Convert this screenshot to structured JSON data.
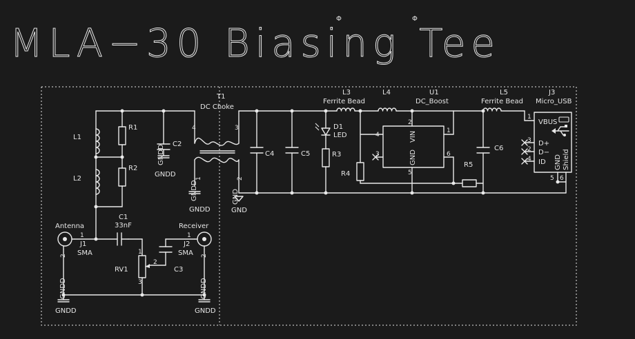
{
  "title": "MLA−30 Biasing Tee",
  "components": {
    "L1": "L1",
    "L2": "L2",
    "R1": "R1",
    "R2": "R2",
    "R3": "R3",
    "R4": "R4",
    "R5": "R5",
    "C1": "C1",
    "C1_val": "33nF",
    "C2": "C2",
    "C3": "C3",
    "C4": "C4",
    "C5": "C5",
    "C6": "C6",
    "T1": "T1",
    "T1_val": "DC Choke",
    "L3": "L3",
    "L3_val": "Ferrite Bead",
    "L4": "L4",
    "L5": "L5",
    "L5_val": "Ferrite Bead",
    "U1": "U1",
    "U1_val": "DC_Boost",
    "J1": "J1",
    "J1_val": "SMA",
    "J1_role": "Antenna",
    "J2": "J2",
    "J2_val": "SMA",
    "J2_role": "Receiver",
    "J3": "J3",
    "J3_val": "Micro_USB",
    "D1": "D1",
    "D1_val": "LED",
    "RV1": "RV1"
  },
  "power": {
    "gndd": "GNDD",
    "gnd": "GND"
  },
  "u1_pins": {
    "vin": "VIN",
    "gnd": "GND"
  },
  "j3_pins": {
    "vbus": "VBUS",
    "dp": "D+",
    "dm": "D−",
    "id": "ID",
    "gnd": "GND",
    "shield": "Shield"
  },
  "pin_numbers": {
    "p1": "1",
    "p2": "2",
    "p3": "3",
    "p4": "4",
    "p5": "5",
    "p6": "6"
  }
}
